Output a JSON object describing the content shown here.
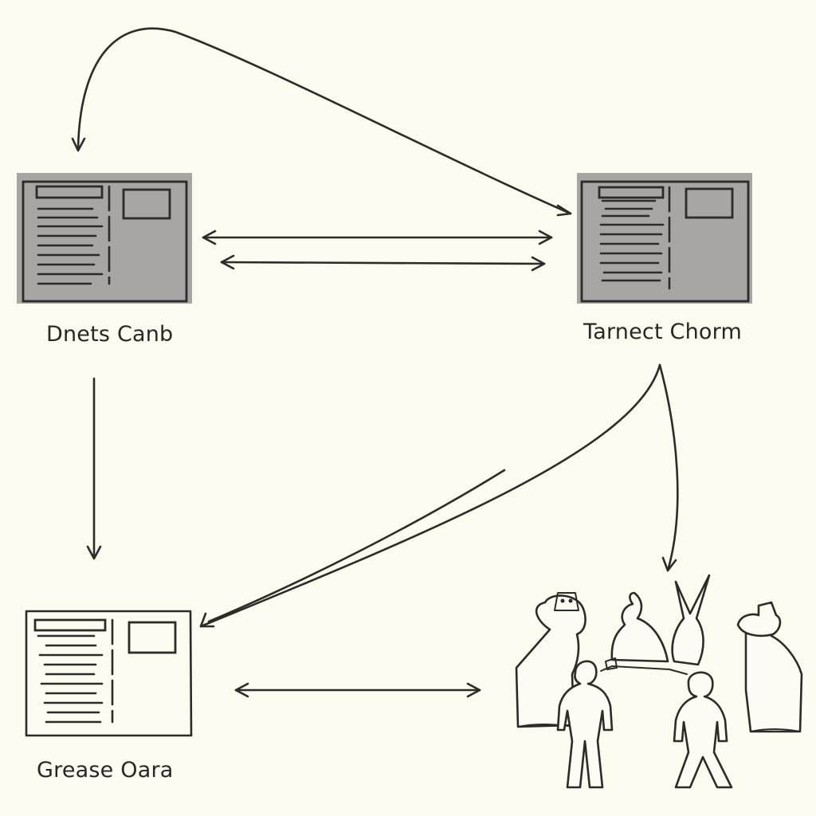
{
  "nodes": {
    "top_left": {
      "label": "Dnets Canb"
    },
    "top_right": {
      "label": "Tarnect Chorm"
    },
    "bottom_left": {
      "label": "Grease Oara"
    },
    "bottom_right": {
      "icon": "people-group-icon"
    }
  },
  "colors": {
    "background": "#fcfbf0",
    "ink": "#2f2a27",
    "panel_gray": "#a7a6a5"
  }
}
